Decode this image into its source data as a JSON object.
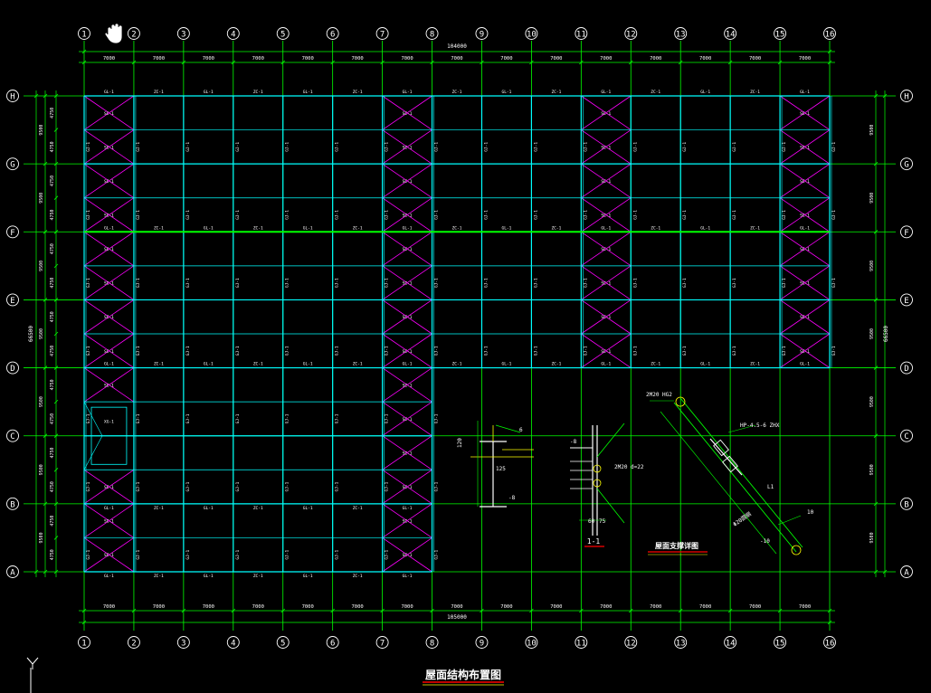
{
  "drawing": {
    "title": "屋面结构布置图",
    "detail_title": "屋面支撑详图",
    "section_label": "1-1",
    "axis_label": "Y"
  },
  "column_grid": {
    "labels": [
      "1",
      "2",
      "3",
      "4",
      "5",
      "6",
      "7",
      "8",
      "9",
      "10",
      "11",
      "12",
      "13",
      "14",
      "15",
      "16"
    ],
    "spacings": [
      "7000",
      "7000",
      "7000",
      "7000",
      "7000",
      "7000",
      "7000",
      "7000",
      "7000",
      "7000",
      "7000",
      "7000",
      "7000",
      "7000",
      "7000"
    ],
    "total_top": "104000",
    "total_bottom": "105000"
  },
  "row_grid": {
    "labels": [
      "H",
      "G",
      "F",
      "E",
      "D",
      "C",
      "B",
      "A"
    ],
    "bay_dims": [
      "9500",
      "9500",
      "9500",
      "9500",
      "9500",
      "9500",
      "9500"
    ],
    "sub_dim": "4750",
    "total": "66500"
  },
  "members": {
    "beam_a": "GL-1",
    "beam_b": "ZC-1",
    "brace": "SC-1",
    "rafter": "GJ-1",
    "strut": "XG-1"
  },
  "details": {
    "plate_note": "2M20 HG2",
    "bolt_note": "2M20 d=22",
    "weld_note": "HP-4.5-6 ZHX",
    "rod_note": "Φ20圆钢",
    "dims": [
      "125",
      "120",
      "10",
      "60",
      "75",
      "-10"
    ],
    "plate_thk": "-8",
    "weld_size": "6",
    "rod_len": "L1"
  },
  "colors": {
    "background": "#000000",
    "grid": "#00ff00",
    "beam": "#00ffff",
    "brace": "#ff00ff",
    "text": "#ffffff",
    "title_underline": "#ff0000",
    "accent": "#ffff00"
  },
  "icons": {
    "cursor": "hand-pan-icon"
  }
}
